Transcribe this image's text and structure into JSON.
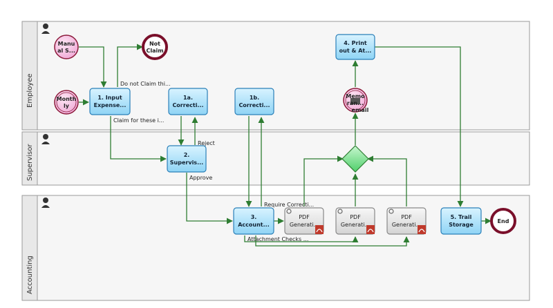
{
  "lanes": {
    "employee": "Employee",
    "supervisor": "Supervisor",
    "accounting": "Accounting"
  },
  "events": {
    "manual_start": [
      "Manu",
      "al S..."
    ],
    "monthly_start": [
      "Month",
      "ly"
    ],
    "not_claim": [
      "Not",
      "Claim"
    ],
    "memo_event": [
      "Memo",
      "ran...",
      "email"
    ],
    "end": "End"
  },
  "tasks": {
    "input": [
      "1. Input",
      "Expense..."
    ],
    "correction_a": [
      "1a.",
      "Correcti..."
    ],
    "correction_b": [
      "1b.",
      "Correcti..."
    ],
    "supervisor": [
      "2.",
      "Supervis..."
    ],
    "accounting": [
      "3.",
      "Account..."
    ],
    "printout": [
      "4. Print",
      "out & At..."
    ],
    "storage": [
      "5. Trail",
      "Storage"
    ],
    "pdf1": [
      "PDF",
      "Generati..."
    ],
    "pdf2": [
      "PDF",
      "Generati..."
    ],
    "pdf3": [
      "PDF",
      "Generati..."
    ]
  },
  "flow_labels": {
    "do_not_claim": "Do not Claim thi...",
    "claim_for_these": "Claim for these i...",
    "reject": "Reject",
    "approve": "Approve",
    "require_correction": "Require Correcti...",
    "bottom_overlap": "Attachment Checks ..."
  },
  "colors": {
    "task_fill": "#aee3fb",
    "task_stroke": "#2a7fb8",
    "pdf_fill": "#e6e6e6",
    "flow": "#2e7d32",
    "gateway": "#7be08e",
    "start_fill": "#f6c8e6",
    "event_stroke": "#8b1a3a",
    "lane_fill": "#f4f4f4",
    "lane_stroke": "#999999"
  }
}
